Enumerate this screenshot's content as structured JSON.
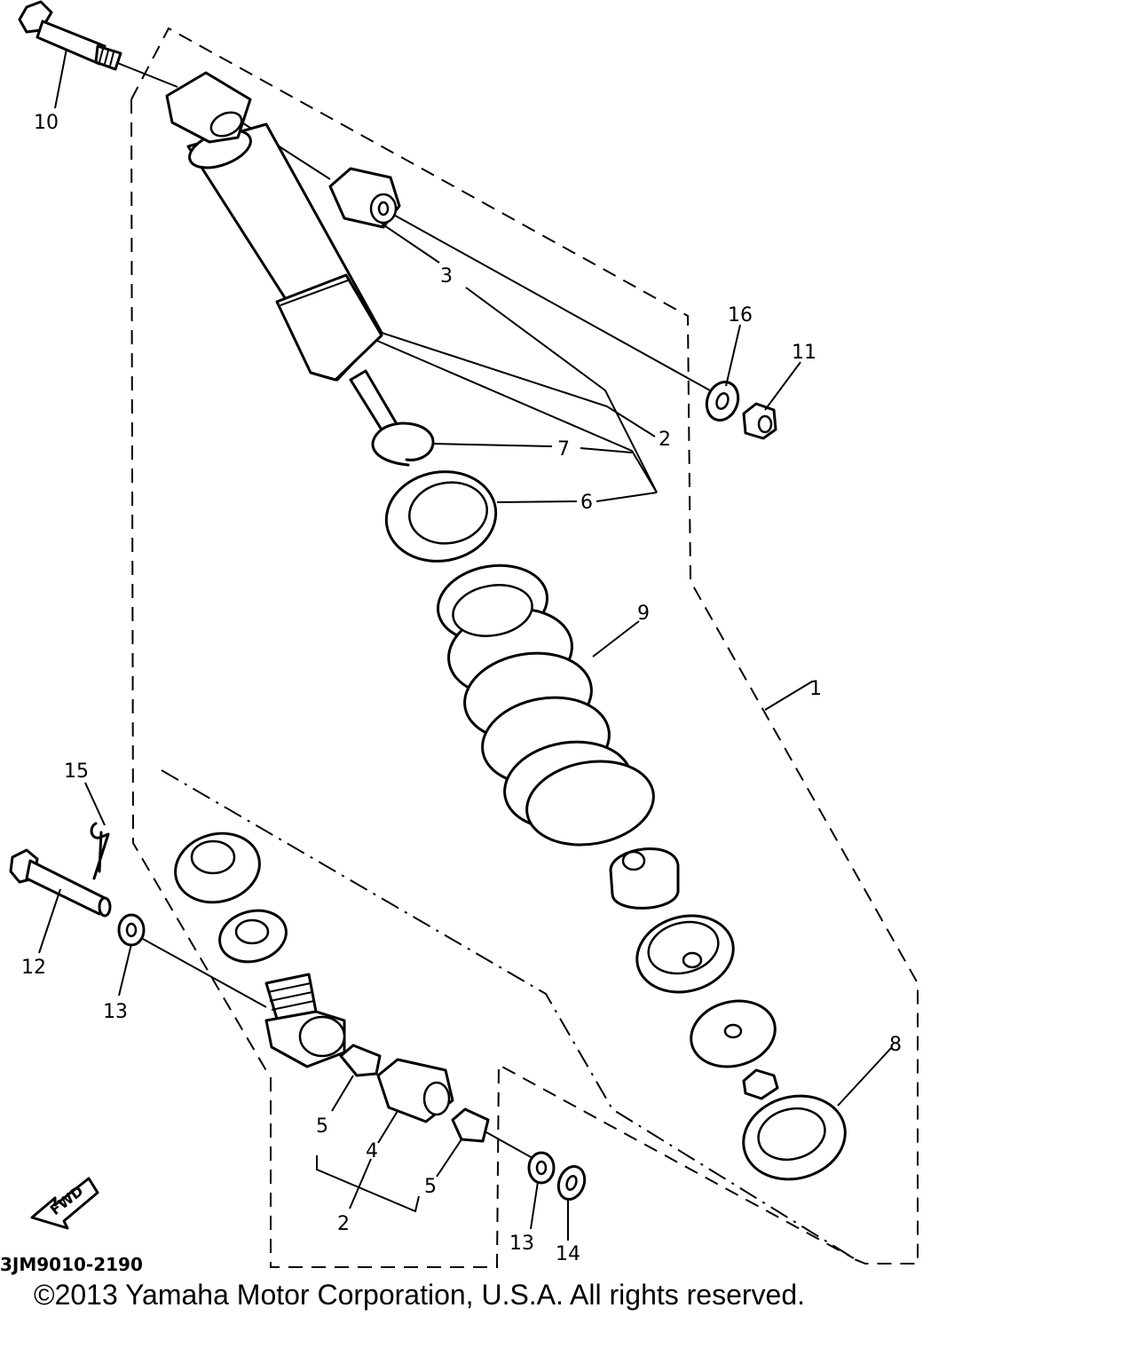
{
  "diagram": {
    "callouts": {
      "c1": "1",
      "c2a": "2",
      "c2b": "2",
      "c3": "3",
      "c4": "4",
      "c5a": "5",
      "c5b": "5",
      "c6": "6",
      "c7": "7",
      "c8": "8",
      "c9": "9",
      "c10": "10",
      "c11": "11",
      "c12": "12",
      "c13a": "13",
      "c13b": "13",
      "c14": "14",
      "c15": "15",
      "c16": "16"
    },
    "fwd_label": "FWD",
    "part_code": "3JM9010-2190",
    "copyright": "©2013 Yamaha Motor Corporation, U.S.A. All rights reserved."
  }
}
